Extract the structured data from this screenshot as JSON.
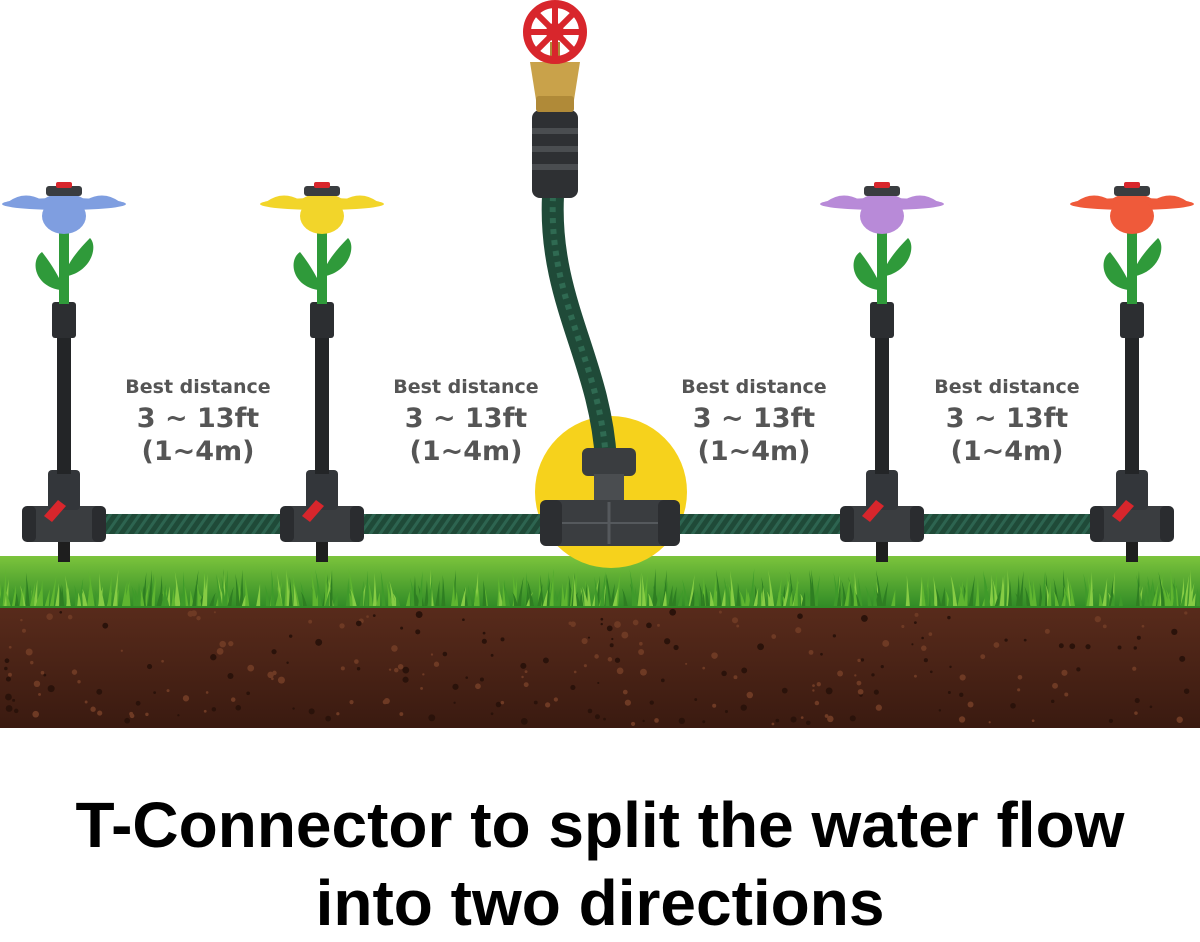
{
  "distance_labels": [
    {
      "title": "Best distance",
      "feet": "3 ~ 13ft",
      "meters": "(1~4m)"
    },
    {
      "title": "Best distance",
      "feet": "3 ~ 13ft",
      "meters": "(1~4m)"
    },
    {
      "title": "Best distance",
      "feet": "3 ~ 13ft",
      "meters": "(1~4m)"
    },
    {
      "title": "Best distance",
      "feet": "3 ~ 13ft",
      "meters": "(1~4m)"
    }
  ],
  "caption": {
    "line1": "T-Connector to split the water flow",
    "line2": "into two directions"
  },
  "colors": {
    "hose": "#1f4a38",
    "connector": "#3a3d40",
    "grass": "#46a52c",
    "soil": "#4a2418",
    "highlight": "#f6d21c",
    "valve_handle": "#d8262c",
    "brass": "#c9a24a"
  },
  "sprinklers": [
    {
      "flower": "#7f9ee0",
      "icon": "blue-flower-sprinkler-icon"
    },
    {
      "flower": "#f2d52a",
      "icon": "yellow-flower-sprinkler-icon"
    },
    {
      "flower": "#b88ad8",
      "icon": "purple-flower-sprinkler-icon"
    },
    {
      "flower": "#ef5a3a",
      "icon": "red-flower-sprinkler-icon"
    }
  ]
}
